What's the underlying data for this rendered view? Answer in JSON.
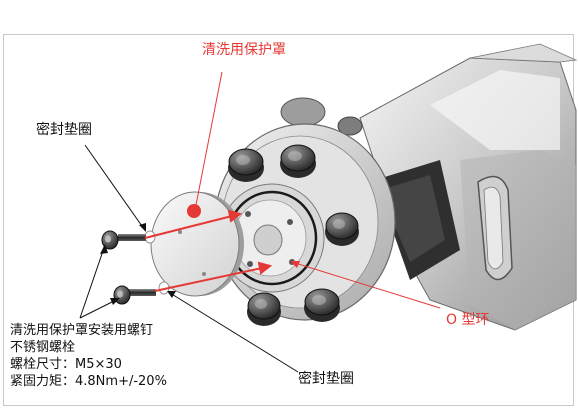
{
  "labels": {
    "cover": "清洗用保护罩",
    "gasket_top": "密封垫圈",
    "gasket_bottom": "密封垫圈",
    "oring": "O 型环"
  },
  "bolt_spec": {
    "line1": "清洗用保护罩安装用螺钉",
    "line2": "不锈钢螺栓",
    "line3": "螺栓尺寸：M5×30",
    "line4": "紧固力矩：4.8Nm+/-20%"
  },
  "colors": {
    "accent_red": "#e53935",
    "metal_light": "#e6e6e6",
    "metal_dark": "#3a3a3a"
  }
}
